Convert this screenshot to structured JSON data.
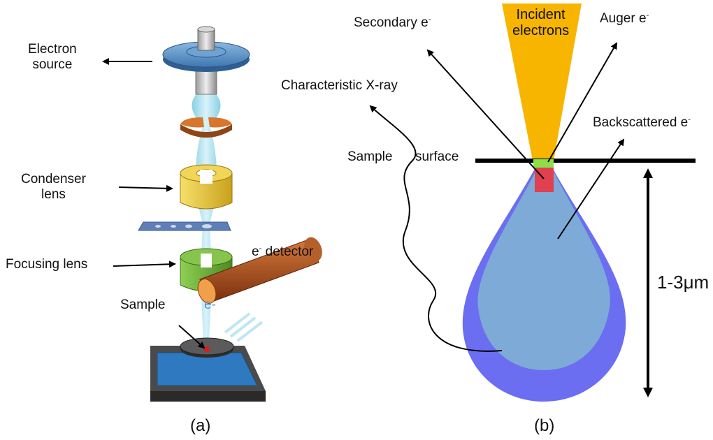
{
  "panel_a": {
    "label": "(a)",
    "electron_source": {
      "line1": "Electron",
      "line2": "source"
    },
    "condenser_lens": {
      "line1": "Condenser",
      "line2": "lens"
    },
    "focusing_lens": "Focusing lens",
    "sample": "Sample",
    "detector": {
      "prefix": "e",
      "sup": "-",
      "rest": " detector"
    },
    "beam_label": "e-"
  },
  "panel_b": {
    "label": "(b)",
    "incident": {
      "line1": "Incident",
      "line2": "electrons"
    },
    "secondary": {
      "text": "Secondary e",
      "sup": "-"
    },
    "auger": {
      "text": "Auger e",
      "sup": "-"
    },
    "xray": "Characteristic X-ray",
    "backscattered": {
      "text": "Backscattered e",
      "sup": "-"
    },
    "surface_left": "Sample",
    "surface_right": "surface",
    "depth": "1-3μm"
  },
  "colors": {
    "beam": "#a8dbe8",
    "incident_cone": "#f7b500",
    "outer_volume": "#6b6ef0",
    "inner_volume": "#7daad6",
    "auger_zone": "#8be04a",
    "secondary_zone": "#e0404f",
    "lens_yellow": "#e8c437",
    "lens_green": "#6fae3b",
    "aperture_orange": "#d7762c",
    "source_blue": "#5b93c7",
    "detector_brown": "#a44a1c",
    "stage_blue": "#2e79bf"
  }
}
